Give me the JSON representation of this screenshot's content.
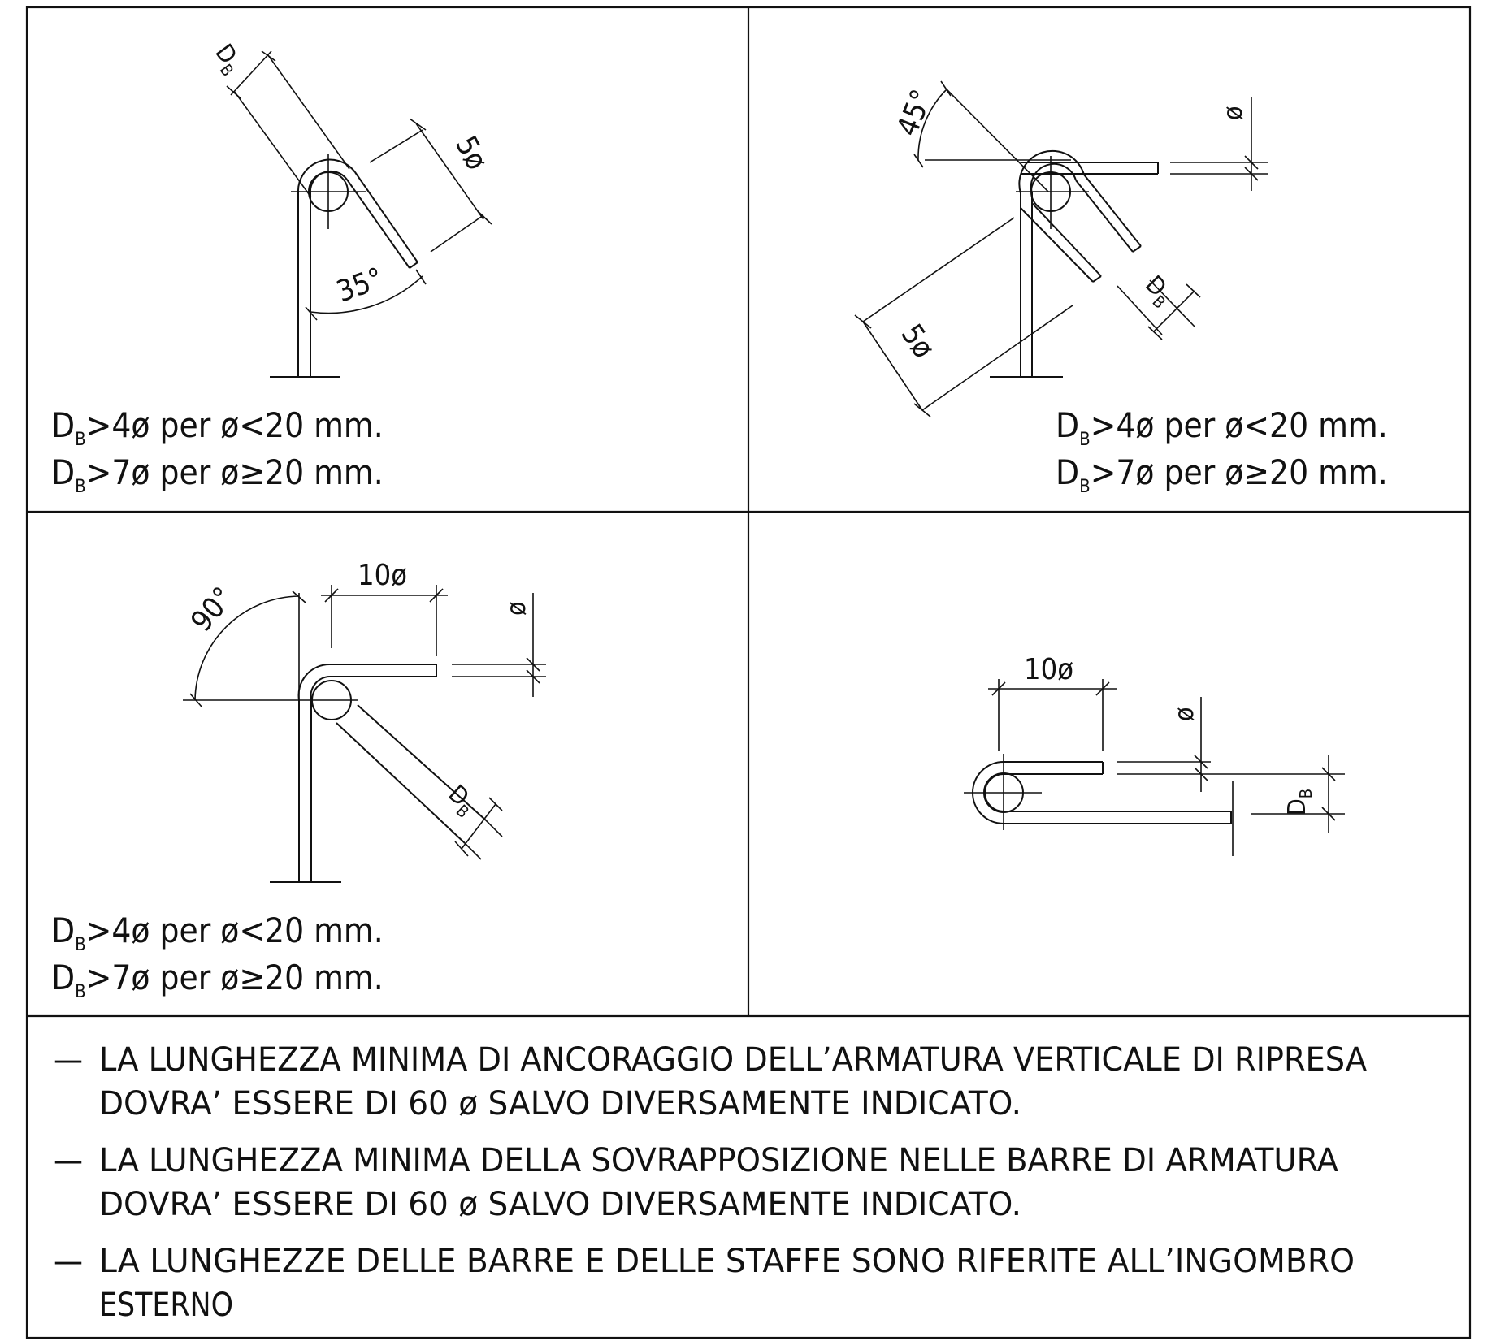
{
  "symbols": {
    "diameter": "ø"
  },
  "panels": {
    "tl": {
      "bend_diameter_label": "D",
      "bend_diameter_sub": "B",
      "length_label": "5ø",
      "angle_label": "35°",
      "rule_1": {
        "sym": "D",
        "sub": "B",
        "text": ">4ø  per  ø<20  mm."
      },
      "rule_2": {
        "sym": "D",
        "sub": "B",
        "text": ">7ø  per  ø≥20  mm."
      }
    },
    "tr": {
      "angle_label": "45°",
      "diameter_label": "ø",
      "bend_diameter_label": "D",
      "bend_diameter_sub": "B",
      "length_label": "5ø",
      "rule_1": {
        "sym": "D",
        "sub": "B",
        "text": ">4ø  per  ø<20  mm."
      },
      "rule_2": {
        "sym": "D",
        "sub": "B",
        "text": ">7ø  per  ø≥20  mm."
      }
    },
    "bl": {
      "angle_label": "90°",
      "length_label": "10ø",
      "diameter_label": "ø",
      "bend_diameter_label": "D",
      "bend_diameter_sub": "B",
      "rule_1": {
        "sym": "D",
        "sub": "B",
        "text": ">4ø  per  ø<20  mm."
      },
      "rule_2": {
        "sym": "D",
        "sub": "B",
        "text": ">7ø  per  ø≥20  mm."
      }
    },
    "br": {
      "length_label": "10ø",
      "diameter_label": "ø",
      "bend_diameter_label": "D",
      "bend_diameter_sub": "B"
    }
  },
  "notes": [
    {
      "dash": "—",
      "line1": "LA LUNGHEZZA MINIMA DI ANCORAGGIO DELL’ARMATURA VERTICALE DI RIPRESA",
      "line2": "DOVRA’ ESSERE DI 60 ø SALVO DIVERSAMENTE INDICATO."
    },
    {
      "dash": "—",
      "line1": "LA LUNGHEZZA MINIMA DELLA SOVRAPPOSIZIONE NELLE BARRE DI ARMATURA",
      "line2": "DOVRA’ ESSERE DI 60 ø SALVO DIVERSAMENTE INDICATO."
    },
    {
      "dash": "—",
      "line1": "LA LUNGHEZZE DELLE BARRE E DELLE STAFFE SONO RIFERITE ALL’INGOMBRO",
      "line2": "ESTERNO"
    }
  ]
}
